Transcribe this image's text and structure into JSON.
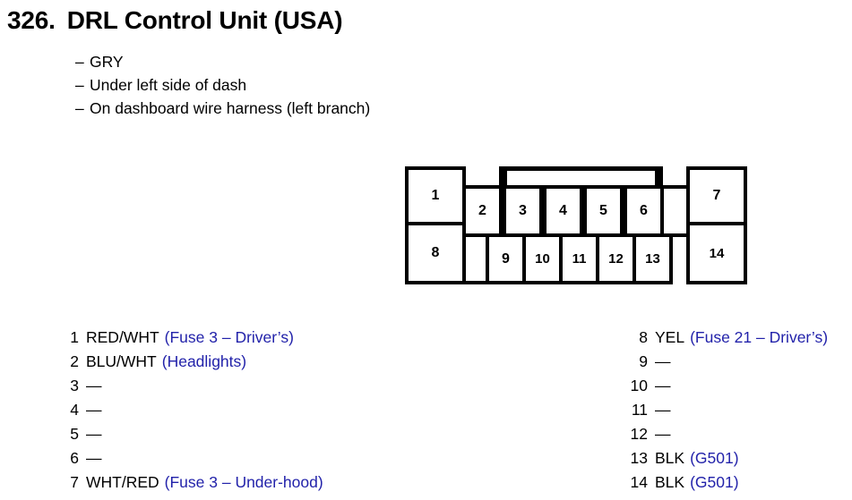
{
  "header": {
    "number": "326.",
    "title": "DRL Control Unit (USA)",
    "notes": [
      "GRY",
      "Under left side of dash",
      "On dashboard wire harness (left branch)"
    ],
    "dash": "–"
  },
  "colors": {
    "text": "#000000",
    "description": "#2222aa",
    "outline": "#000000"
  },
  "connector": {
    "top_row": [
      "1",
      "2",
      "3",
      "4",
      "5",
      "6",
      "",
      "7"
    ],
    "bottom_row": [
      "8",
      "",
      "9",
      "10",
      "11",
      "12",
      "13",
      "14"
    ]
  },
  "pins": {
    "left": [
      {
        "num": "1",
        "code": "RED/WHT",
        "desc": "(Fuse 3 – Driver’s)"
      },
      {
        "num": "2",
        "code": "BLU/WHT",
        "desc": "(Headlights)"
      },
      {
        "num": "3",
        "code": "—",
        "desc": ""
      },
      {
        "num": "4",
        "code": "—",
        "desc": ""
      },
      {
        "num": "5",
        "code": "—",
        "desc": ""
      },
      {
        "num": "6",
        "code": "—",
        "desc": ""
      },
      {
        "num": "7",
        "code": "WHT/RED",
        "desc": "(Fuse 3 – Under-hood)"
      }
    ],
    "right": [
      {
        "num": "8",
        "code": "YEL",
        "desc": "(Fuse 21 – Driver’s)"
      },
      {
        "num": "9",
        "code": "—",
        "desc": ""
      },
      {
        "num": "10",
        "code": "—",
        "desc": ""
      },
      {
        "num": "11",
        "code": "—",
        "desc": ""
      },
      {
        "num": "12",
        "code": "—",
        "desc": ""
      },
      {
        "num": "13",
        "code": "BLK",
        "desc": "(G501)"
      },
      {
        "num": "14",
        "code": "BLK",
        "desc": "(G501)"
      }
    ]
  }
}
